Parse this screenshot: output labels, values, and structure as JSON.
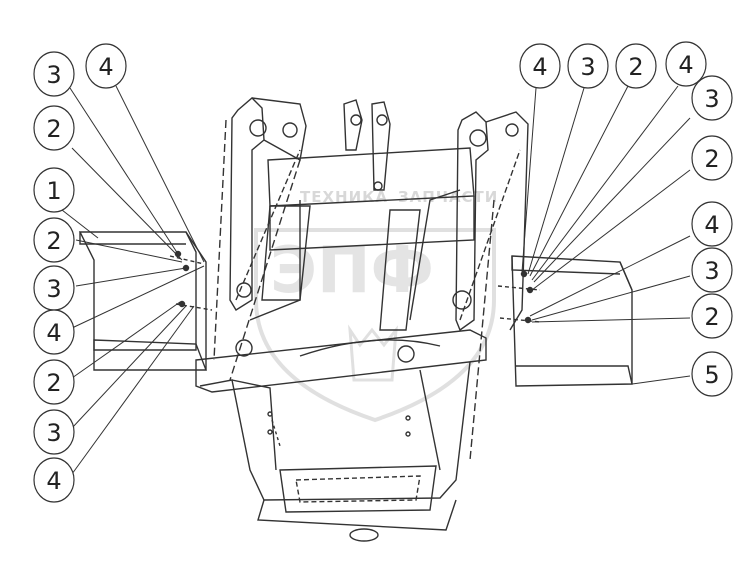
{
  "watermark": {
    "top_left": "ТЕХНИКА",
    "top_right": "ЗАПЧАСТИ",
    "logo": "ЭПФ"
  },
  "callouts": {
    "left": [
      "3",
      "4",
      "2",
      "1",
      "2",
      "3",
      "4",
      "2",
      "3",
      "4"
    ],
    "right": [
      "4",
      "3",
      "2",
      "4",
      "3",
      "2",
      "4",
      "3",
      "2",
      "5"
    ]
  }
}
